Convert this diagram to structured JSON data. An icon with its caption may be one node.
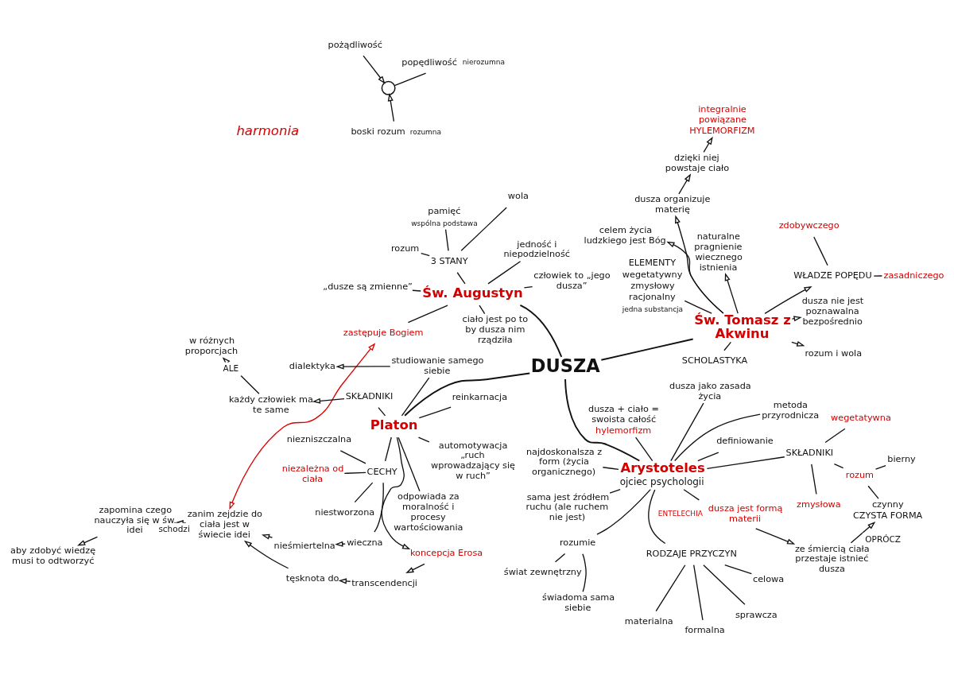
{
  "diagram": {
    "nodes": [
      {
        "text": [
          "zastępuje Bogiem"
        ]
      },
      {
        "text": [
          "ciało jest po to by dusza nim rządziła"
        ]
      },
      {
        "text": [
          "nieśmiertelna"
        ]
      },
      {
        "text": [
          "zanim zejdzie do ciała jest w świecie idei"
        ]
      },
      {
        "text": [
          "tęsknota do"
        ]
      },
      {
        "text": [
          "transcendencji"
        ]
      },
      {
        "text": [
          "koncepcja Erosa"
        ]
      },
      {
        "text": [
          "dialektyka"
        ]
      },
      {
        "text": [
          "studiowanie samego siebie"
        ]
      },
      {
        "text": [
          "człowiek to „jego dusza”"
        ]
      },
      {
        "text": [
          "zapomina czego nauczyła się w św. idei"
        ]
      },
      {
        "text": [
          "niezniszczalna"
        ]
      },
      {
        "text": [
          "wieczna"
        ]
      },
      {
        "text": [
          "CECHY"
        ]
      },
      {
        "text": [
          "reinkarnacja"
        ]
      },
      {
        "text": [
          "rozum"
        ]
      },
      {
        "text": [
          "wola"
        ]
      },
      {
        "text": [
          "3 STANY"
        ]
      },
      {
        "text": [
          "pamięć"
        ],
        "beside": [
          "wspólna podstawa"
        ]
      },
      {
        "text": [
          "niestworzona"
        ]
      },
      {
        "text": [
          "aby zdobyć wiedzę musi to odtworzyć"
        ]
      },
      {
        "text": [
          "niezależna od ciała"
        ]
      },
      {
        "text": [
          "„dusze są zmienne”"
        ]
      },
      {
        "text": [],
        "shape": "person"
      },
      {
        "text": [
          "boski rozum"
        ],
        "beside": [
          "rozumna"
        ]
      },
      {
        "text": [
          "popędliwość"
        ],
        "beside": [
          "nierozumna"
        ]
      },
      {
        "text": [
          "pożądliwość"
        ]
      },
      {
        "text": [
          "SKŁADNIKI"
        ]
      },
      {
        "text": [
          "jedność i niepodzielność"
        ]
      },
      {
        "text": [
          "Św. Augustyn"
        ]
      },
      {
        "text": [
          "Platon"
        ]
      },
      {
        "text": [
          "każdy człowiek ma te same"
        ]
      },
      {
        "text": [
          "w różnych proporcjach"
        ]
      },
      {
        "text": [
          "DUSZA"
        ]
      },
      {
        "text": [
          "dusza + ciało = swoista całość",
          "hylemorfizm"
        ]
      },
      {
        "text": [
          "najdoskonalsza z form (życia organicznego)"
        ]
      },
      {
        "text": [
          "odpowiada za moralność i procesy wartościowania"
        ]
      },
      {
        "text": [
          "automotywacja „ruch wprowadzający się w ruch”"
        ]
      },
      {
        "text": [
          "Arystoteles",
          "ojciec psychologii"
        ]
      },
      {
        "text": [
          "definiowanie"
        ]
      },
      {
        "text": [
          "SKŁADNIKI"
        ]
      },
      {
        "text": [
          "Św. Tomasz z Akwinu"
        ]
      },
      {
        "text": [
          "SCHOLASTYKA"
        ]
      },
      {
        "text": [
          "wegetatywna"
        ]
      },
      {
        "text": [
          "metoda przyrodnicza"
        ]
      },
      {
        "text": [
          "dusza organizuje materię"
        ]
      },
      {
        "text": [
          "dzięki niej powstaje ciało"
        ]
      },
      {
        "text": [
          "zmysłowa"
        ]
      },
      {
        "text": [
          "rozum"
        ]
      },
      {
        "text": [
          "ELEMENTY",
          "wegetatywny",
          "zmysłowy",
          "racjonalny"
        ],
        "beside": [
          "jedna substancja"
        ]
      },
      {
        "text": [
          "naturalne pragnienie wiecznego istnienia"
        ]
      },
      {
        "text": [
          "bierny"
        ]
      },
      {
        "text": [
          "czynny",
          "CZYSTA FORMA"
        ]
      },
      {
        "text": [
          "dusza jako zasada życia"
        ]
      },
      {
        "text": [
          "RODZAJE PRZYCZYN"
        ]
      },
      {
        "text": [
          "integralnie powiązane",
          "HYLEMORFIZM"
        ]
      },
      {
        "text": [
          "WŁADZE POPĘDU"
        ]
      },
      {
        "text": [
          "zasadniczego"
        ]
      },
      {
        "text": [
          "sprawcza"
        ]
      },
      {
        "text": [
          "formalna"
        ]
      },
      {
        "text": [
          "celowa"
        ]
      },
      {
        "text": [
          "materialna"
        ]
      },
      {
        "text": [
          "sama jest źródłem ruchu (ale ruchem nie jest)"
        ]
      },
      {
        "text": [
          "dusza jest formą materii"
        ],
        "beside": [
          "ENTELECHIA"
        ]
      },
      {
        "text": [
          "rozum i wola"
        ]
      },
      {
        "text": [
          "zdobywczego"
        ]
      },
      {
        "text": [
          "rozumie"
        ]
      },
      {
        "text": [
          "świat zewnętrzny"
        ]
      },
      {
        "text": [
          "dusza nie jest poznawalna bezpośrednio"
        ]
      },
      {
        "text": [
          "ze śmiercią ciała przestaje istnieć dusza"
        ]
      },
      {
        "text": [
          "świadoma sama siebie"
        ]
      },
      {
        "text": [
          "celem życia ludzkiego jest Bóg"
        ]
      }
    ],
    "edges": [
      {
        "from": 33,
        "to": 29,
        "arrow": "none"
      },
      {
        "from": 33,
        "to": 30,
        "arrow": "none"
      },
      {
        "from": 33,
        "to": 38,
        "arrow": "none"
      },
      {
        "from": 33,
        "to": 41,
        "arrow": "none"
      },
      {
        "from": 29,
        "to": 1,
        "arrow": "none"
      },
      {
        "from": 29,
        "to": 9,
        "arrow": "none"
      },
      {
        "from": 29,
        "to": 17,
        "arrow": "none"
      },
      {
        "from": 29,
        "to": 22,
        "arrow": "none"
      },
      {
        "from": 29,
        "to": 28,
        "arrow": "none"
      },
      {
        "from": 29,
        "to": 0,
        "arrow": "none"
      },
      {
        "from": 17,
        "to": 15,
        "arrow": "none"
      },
      {
        "from": 17,
        "to": 16,
        "arrow": "none"
      },
      {
        "from": 17,
        "to": 18,
        "arrow": "none"
      },
      {
        "from": 0,
        "to": 3,
        "arrow": "both",
        "color": "#dd0000"
      },
      {
        "from": 30,
        "to": 13,
        "arrow": "none"
      },
      {
        "from": 13,
        "to": 11,
        "arrow": "none"
      },
      {
        "from": 13,
        "to": 12,
        "arrow": "none"
      },
      {
        "from": 13,
        "to": 19,
        "arrow": "none"
      },
      {
        "from": 13,
        "to": 21,
        "arrow": "none"
      },
      {
        "from": 12,
        "to": 2,
        "arrow": "to"
      },
      {
        "from": 2,
        "to": 3,
        "arrow": "to"
      },
      {
        "from": 3,
        "to": 10,
        "arrow": "to",
        "label": "schodzi"
      },
      {
        "from": 10,
        "to": 20,
        "arrow": "to"
      },
      {
        "from": 30,
        "to": 6,
        "arrow": "to"
      },
      {
        "from": 6,
        "to": 5,
        "arrow": "to"
      },
      {
        "from": 5,
        "to": 4,
        "arrow": "to"
      },
      {
        "from": 4,
        "to": 3,
        "arrow": "to"
      },
      {
        "from": 30,
        "to": 8,
        "arrow": "none"
      },
      {
        "from": 8,
        "to": 7,
        "arrow": "to"
      },
      {
        "from": 30,
        "to": 14,
        "arrow": "none"
      },
      {
        "from": 30,
        "to": 27,
        "arrow": "none"
      },
      {
        "from": 27,
        "to": 31,
        "arrow": "to"
      },
      {
        "from": 31,
        "to": 32,
        "arrow": "to",
        "label": "ALE"
      },
      {
        "from": 24,
        "to": 23,
        "arrow": "to"
      },
      {
        "from": 25,
        "to": 23,
        "arrow": "none"
      },
      {
        "from": 26,
        "to": 23,
        "arrow": "to"
      },
      {
        "from": 30,
        "to": 36,
        "arrow": "none"
      },
      {
        "from": 30,
        "to": 37,
        "arrow": "none"
      },
      {
        "from": 38,
        "to": 35,
        "arrow": "none"
      },
      {
        "from": 38,
        "to": 34,
        "arrow": "none"
      },
      {
        "from": 38,
        "to": 40,
        "arrow": "none"
      },
      {
        "from": 38,
        "to": 62,
        "arrow": "none"
      },
      {
        "from": 38,
        "to": 63,
        "arrow": "none"
      },
      {
        "from": 38,
        "to": 53,
        "arrow": "none"
      },
      {
        "from": 38,
        "to": 66,
        "arrow": "none"
      },
      {
        "from": 38,
        "to": 54,
        "arrow": "none"
      },
      {
        "from": 38,
        "to": 44,
        "arrow": "none"
      },
      {
        "from": 38,
        "to": 39,
        "arrow": "none"
      },
      {
        "from": 40,
        "to": 43,
        "arrow": "none"
      },
      {
        "from": 40,
        "to": 47,
        "arrow": "none"
      },
      {
        "from": 40,
        "to": 48,
        "arrow": "none"
      },
      {
        "from": 48,
        "to": 51,
        "arrow": "none"
      },
      {
        "from": 48,
        "to": 52,
        "arrow": "none"
      },
      {
        "from": 63,
        "to": 69,
        "arrow": "to"
      },
      {
        "from": 69,
        "to": 52,
        "arrow": "to",
        "label": "OPRÓCZ"
      },
      {
        "from": 54,
        "to": 58,
        "arrow": "none"
      },
      {
        "from": 54,
        "to": 61,
        "arrow": "none"
      },
      {
        "from": 54,
        "to": 59,
        "arrow": "none"
      },
      {
        "from": 54,
        "to": 60,
        "arrow": "none"
      },
      {
        "from": 66,
        "to": 67,
        "arrow": "none"
      },
      {
        "from": 66,
        "to": 70,
        "arrow": "none"
      },
      {
        "from": 41,
        "to": 42,
        "arrow": "none"
      },
      {
        "from": 41,
        "to": 45,
        "arrow": "to"
      },
      {
        "from": 45,
        "to": 46,
        "arrow": "to"
      },
      {
        "from": 46,
        "to": 55,
        "arrow": "to"
      },
      {
        "from": 41,
        "to": 50,
        "arrow": "to"
      },
      {
        "from": 41,
        "to": 56,
        "arrow": "to"
      },
      {
        "from": 56,
        "to": 57,
        "arrow": "none"
      },
      {
        "from": 56,
        "to": 65,
        "arrow": "none"
      },
      {
        "from": 41,
        "to": 68,
        "arrow": "to"
      },
      {
        "from": 41,
        "to": 71,
        "arrow": "to"
      },
      {
        "from": 41,
        "to": 64,
        "arrow": "to"
      },
      {
        "from": 41,
        "to": 49,
        "arrow": "none"
      }
    ],
    "labels": [
      "harmonia"
    ]
  }
}
